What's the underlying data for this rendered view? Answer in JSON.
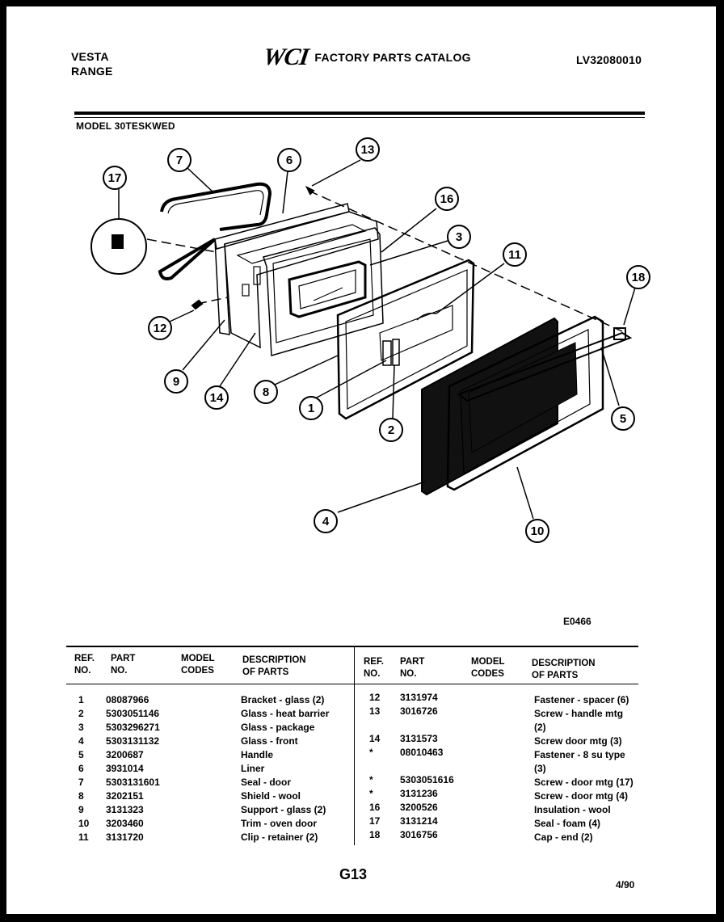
{
  "header": {
    "brand_line1": "VESTA",
    "brand_line2": "RANGE",
    "logo": "WCI",
    "catalog_title": "FACTORY PARTS CATALOG",
    "catalog_number": "LV32080010"
  },
  "model_label": "MODEL 30TESKWED",
  "diagram": {
    "code": "E0466",
    "callouts": [
      "17",
      "7",
      "6",
      "13",
      "16",
      "3",
      "11",
      "18",
      "12",
      "9",
      "14",
      "8",
      "1",
      "2",
      "5",
      "4",
      "10"
    ]
  },
  "table_headers": {
    "ref_no": [
      "REF.",
      "NO."
    ],
    "part_no": [
      "PART",
      "NO."
    ],
    "model_codes": [
      "MODEL",
      "CODES"
    ],
    "description": [
      "DESCRIPTION",
      "OF PARTS"
    ]
  },
  "parts_left": {
    "ref": [
      "1",
      "2",
      "3",
      "4",
      "5",
      "6",
      "7",
      "8",
      "9",
      "10",
      "11"
    ],
    "part": [
      "08087966",
      "5303051146",
      "5303296271",
      "5303131132",
      "3200687",
      "3931014",
      "5303131601",
      "3202151",
      "3131323",
      "3203460",
      "3131720"
    ],
    "desc": [
      "Bracket - glass (2)",
      "Glass - heat barrier",
      "Glass - package",
      "Glass - front",
      "Handle",
      "Liner",
      "Seal - door",
      "Shield - wool",
      "Support - glass (2)",
      "Trim - oven door",
      "Clip - retainer (2)"
    ]
  },
  "parts_right": {
    "ref": [
      "12",
      "13",
      "",
      "14",
      "*",
      "",
      "*",
      "*",
      "16",
      "17",
      "18"
    ],
    "part": [
      "3131974",
      "3016726",
      "",
      "3131573",
      "08010463",
      "",
      "5303051616",
      "3131236",
      "3200526",
      "3131214",
      "3016756"
    ],
    "desc": [
      "Fastener - spacer (6)",
      "Screw - handle mtg",
      "(2)",
      "Screw door mtg (3)",
      "Fastener - 8 su type",
      "(3)",
      "Screw - door mtg (17)",
      "Screw - door mtg (4)",
      "Insulation - wool",
      "Seal - foam (4)",
      "Cap - end (2)"
    ]
  },
  "footer": {
    "page": "G13",
    "date": "4/90"
  }
}
